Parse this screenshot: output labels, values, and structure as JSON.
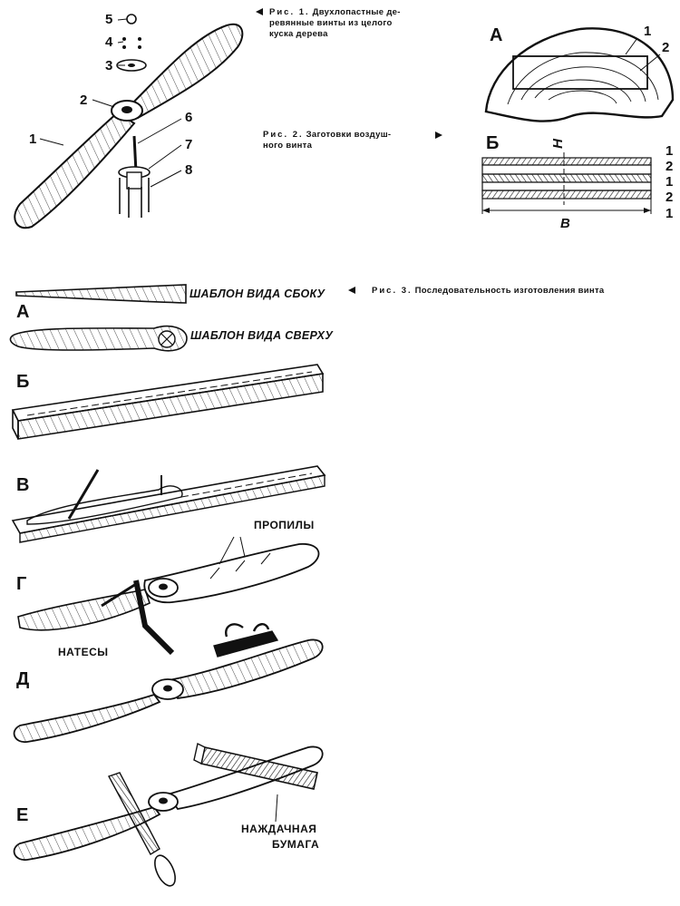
{
  "captions": {
    "fig1": {
      "lead": "Рис. 1.",
      "text1": "Двухлопастные де-",
      "text2": "ревянные винты из целого",
      "text3": "куска дерева"
    },
    "fig2": {
      "lead": "Рис. 2.",
      "text1": "Заготовки воздуш-",
      "text2": "ного винта"
    },
    "fig3": {
      "lead": "Рис. 3.",
      "text": "Последовательность изготовления винта"
    }
  },
  "fig1_parts": [
    "1",
    "2",
    "3",
    "4",
    "5",
    "6",
    "7",
    "8"
  ],
  "fig2": {
    "panel_a": "А",
    "panel_b": "Б",
    "a_labels": [
      "1",
      "2"
    ],
    "b_layers": [
      "1",
      "2",
      "1",
      "2",
      "1"
    ],
    "dim_h": "H",
    "dim_b": "B"
  },
  "fig3": {
    "steps": [
      "А",
      "Б",
      "В",
      "Г",
      "Д",
      "Е"
    ],
    "template_side": "ШАБЛОН ВИДА СБОКУ",
    "template_top": "ШАБЛОН ВИДА СВЕРХУ",
    "saw_cuts": "ПРОПИЛЫ",
    "chips": "НАТЕСЫ",
    "sandpaper_1": "НАЖДАЧНАЯ",
    "sandpaper_2": "БУМАГА"
  }
}
